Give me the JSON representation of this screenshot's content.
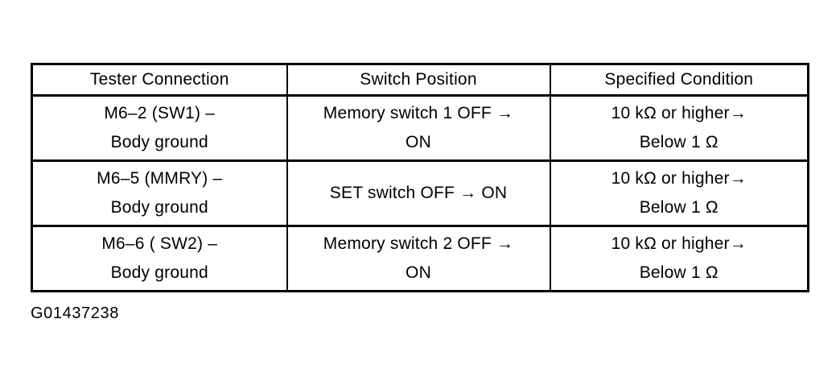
{
  "figure": {
    "caption": "G01437238"
  },
  "table": {
    "headers": [
      "Tester Connection",
      "Switch Position",
      "Specified Condition"
    ],
    "rows": [
      {
        "tester_connection": {
          "line1": "M6–2 (SW1) –",
          "line2": "Body ground"
        },
        "switch_position": {
          "line1": "Memory switch 1 OFF →",
          "line2": "ON"
        },
        "specified_condition": {
          "line1": "10 kΩ or higher→",
          "line2": "Below 1 Ω"
        }
      },
      {
        "tester_connection": {
          "line1": "M6–5 (MMRY) –",
          "line2": "Body ground"
        },
        "switch_position": {
          "line1": "SET switch OFF → ON",
          "line2": ""
        },
        "specified_condition": {
          "line1": "10 kΩ or higher→",
          "line2": "Below 1 Ω"
        }
      },
      {
        "tester_connection": {
          "line1": "M6–6 ( SW2) –",
          "line2": "Body ground"
        },
        "switch_position": {
          "line1": "Memory switch 2 OFF →",
          "line2": "ON"
        },
        "specified_condition": {
          "line1": "10 kΩ or higher→",
          "line2": "Below 1 Ω"
        }
      }
    ]
  }
}
